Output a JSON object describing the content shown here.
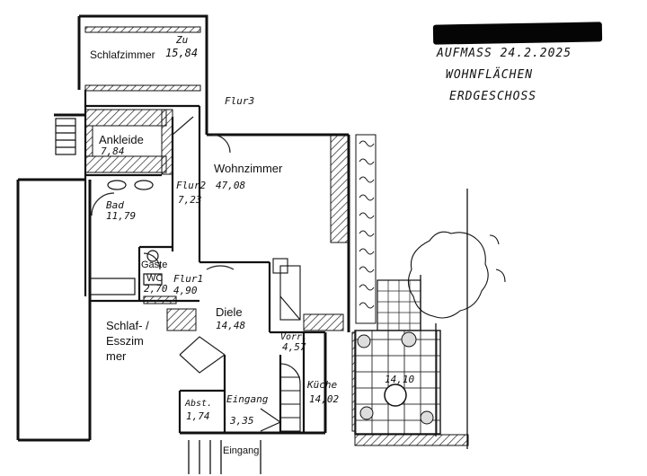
{
  "notes": {
    "line1": "AUFMASS  24.2.2025",
    "line2": "WOHNFLÄCHEN",
    "line3": "ERDGESCHOSS"
  },
  "rooms": [
    {
      "name": "Schlafzimmer",
      "area": "15,84"
    },
    {
      "name": "Ankleide",
      "area": "7,84"
    },
    {
      "name": "Flur3",
      "area": ""
    },
    {
      "name": "Flur2",
      "area": "7,23"
    },
    {
      "name": "Bad",
      "area": "11,79"
    },
    {
      "name": "Gäste WC",
      "area": "2,70"
    },
    {
      "name": "Flur1",
      "area": "4,90"
    },
    {
      "name": "Wohnzimmer",
      "area": "47,08"
    },
    {
      "name": "Diele",
      "area": "14,48"
    },
    {
      "name": "Schlaf- / Esszimmer",
      "area": ""
    },
    {
      "name": "Vorr.",
      "area": "4,57"
    },
    {
      "name": "Küche",
      "area": "14,02"
    },
    {
      "name": "Abst.",
      "area": "1,74"
    },
    {
      "name": "Eingang",
      "area": "3,35"
    }
  ],
  "labels": {
    "zu": "Zu",
    "schlafzimmer": "Schlafzimmer",
    "ankleide": "Ankleide",
    "flur3": "Flur3",
    "flur2": "Flur2",
    "bad": "Bad",
    "gaeste": "Gäste",
    "wc": "WC",
    "flur1": "Flur1",
    "wohnzimmer": "Wohnzimmer",
    "diele": "Diele",
    "schlaf1": "Schlaf- /",
    "schlaf2": "Esszim",
    "schlaf3": "mer",
    "vorr": "Vorr.",
    "kueche": "Küche",
    "abst": "Abst.",
    "eingang_inner": "Eingang",
    "eingang_outer": "Eingang",
    "terrace_area": "14,10"
  },
  "areas": {
    "schlafzimmer": "15,84",
    "ankleide": "7,84",
    "flur2": "7,23",
    "bad": "11,79",
    "wc": "2,70",
    "flur1": "4,90",
    "wohnzimmer": "47,08",
    "diele": "14,48",
    "vorr": "4,57",
    "kueche": "14,02",
    "abst": "1,74",
    "eingang": "3,35"
  }
}
